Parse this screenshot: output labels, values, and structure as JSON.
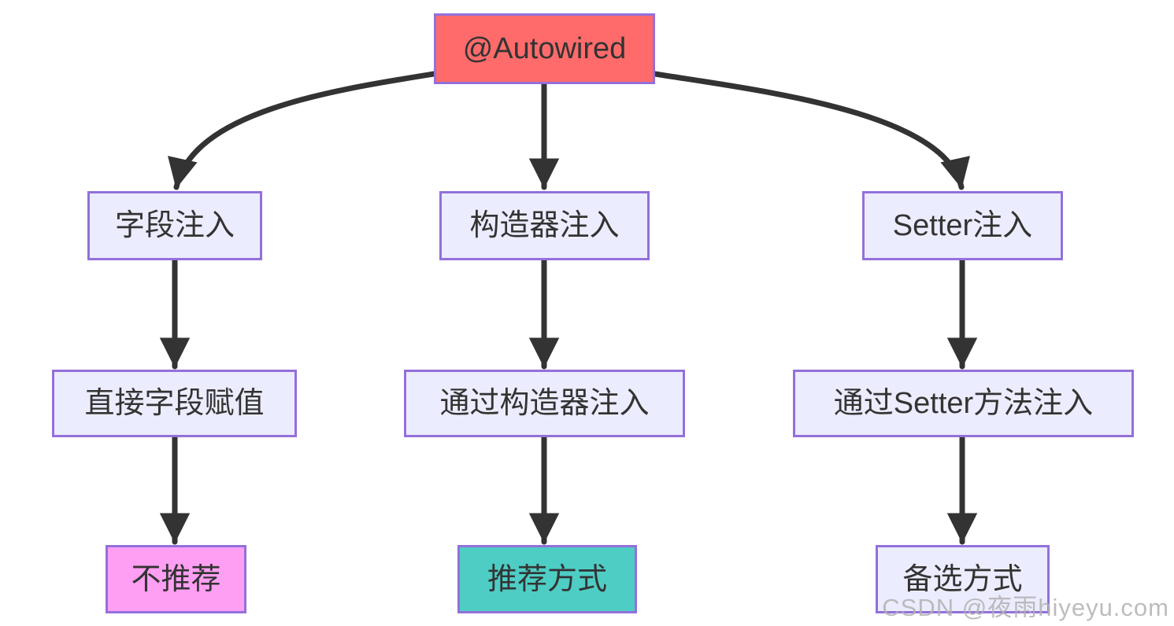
{
  "nodes": {
    "root": {
      "label": "@Autowired"
    },
    "field": {
      "label": "字段注入"
    },
    "constructor": {
      "label": "构造器注入"
    },
    "setter": {
      "label": "Setter注入"
    },
    "direct": {
      "label": "直接字段赋值"
    },
    "via_constructor": {
      "label": "通过构造器注入"
    },
    "via_setter": {
      "label": "通过Setter方法注入"
    },
    "not_recommended": {
      "label": "不推荐"
    },
    "recommended": {
      "label": "推荐方式"
    },
    "alternative": {
      "label": "备选方式"
    }
  },
  "edges": [
    {
      "from": "root",
      "to": "field"
    },
    {
      "from": "root",
      "to": "constructor"
    },
    {
      "from": "root",
      "to": "setter"
    },
    {
      "from": "field",
      "to": "direct"
    },
    {
      "from": "constructor",
      "to": "via_constructor"
    },
    {
      "from": "setter",
      "to": "via_setter"
    },
    {
      "from": "direct",
      "to": "not_recommended"
    },
    {
      "from": "via_constructor",
      "to": "recommended"
    },
    {
      "from": "via_setter",
      "to": "alternative"
    }
  ],
  "colors": {
    "canvas_bg": "#ffffff",
    "root_fill": "#ff6b6b",
    "node_fill": "#ececff",
    "not_recommended_fill": "#ff9ff3",
    "recommended_fill": "#4ecdc4",
    "border": "#9370db",
    "arrow": "#333333",
    "text": "#333333"
  },
  "watermark": "CSDN @夜雨hiyeyu.com"
}
